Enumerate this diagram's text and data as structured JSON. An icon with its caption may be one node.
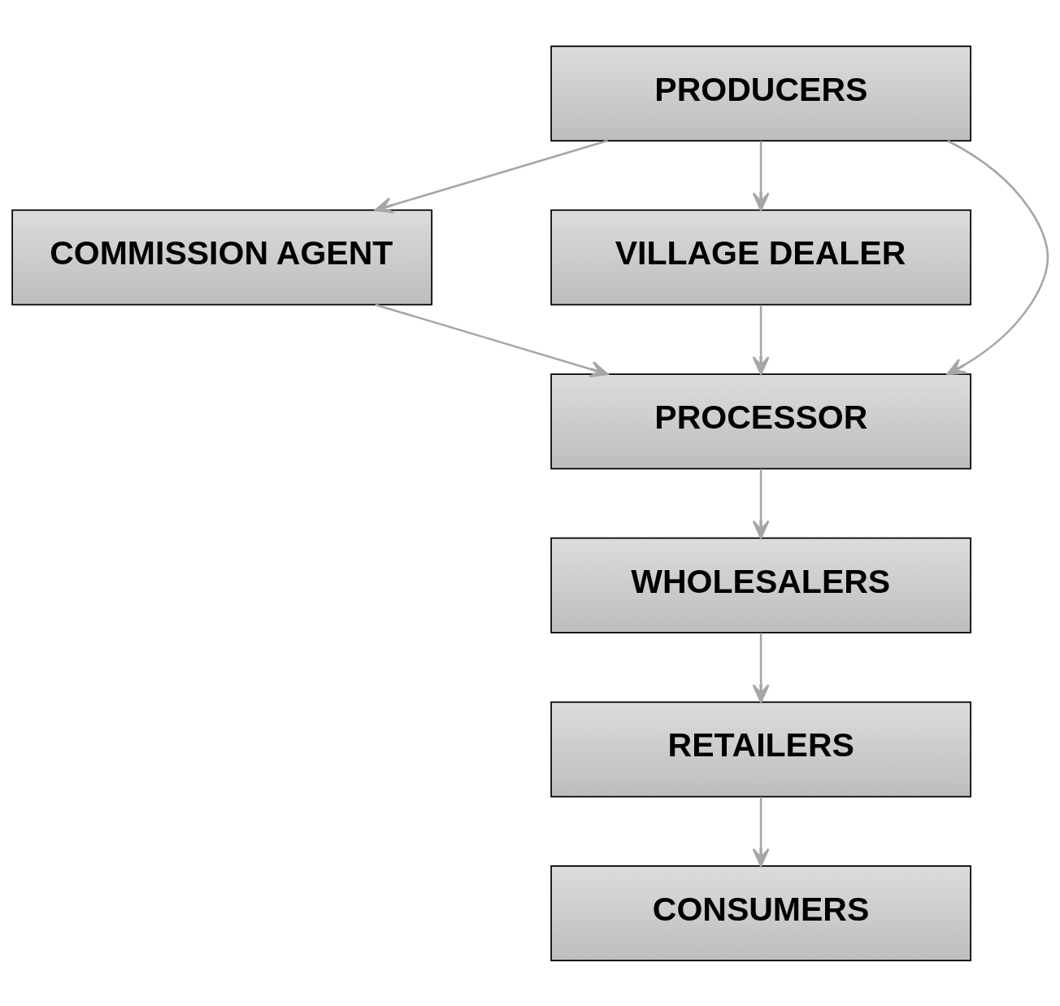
{
  "diagram": {
    "nodes": [
      {
        "text": [
          "PRODUCERS"
        ]
      },
      {
        "text": [
          "COMMISSION AGENT"
        ]
      },
      {
        "text": [
          "VILLAGE DEALER"
        ]
      },
      {
        "text": [
          "PROCESSOR"
        ]
      },
      {
        "text": [
          "WHOLESALERS"
        ]
      },
      {
        "text": [
          "RETAILERS"
        ]
      },
      {
        "text": [
          "CONSUMERS"
        ]
      }
    ],
    "edges": [
      {
        "from": 0,
        "to": 1,
        "arrow": "to"
      },
      {
        "from": 0,
        "to": 3,
        "arrow": "to"
      },
      {
        "from": 0,
        "to": 2,
        "arrow": "to"
      },
      {
        "from": 1,
        "to": 3,
        "arrow": "to"
      },
      {
        "from": 2,
        "to": 3,
        "arrow": "to"
      },
      {
        "from": 3,
        "to": 4,
        "arrow": "to"
      },
      {
        "from": 4,
        "to": 5,
        "arrow": "to"
      },
      {
        "from": 5,
        "to": 6,
        "arrow": "to"
      }
    ]
  }
}
